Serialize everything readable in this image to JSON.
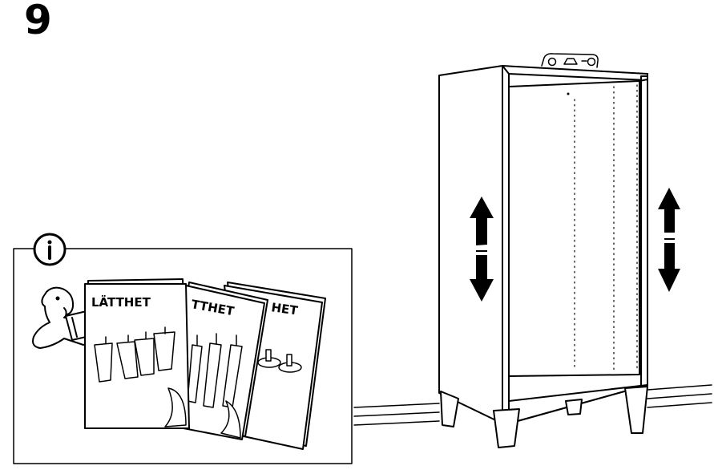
{
  "step": {
    "number": "9"
  },
  "info_panel": {
    "icon_glyph": "i",
    "booklets": [
      {
        "title": "LÄTTHET"
      },
      {
        "title": "TTHET"
      },
      {
        "title": "HET"
      }
    ]
  },
  "icons": [
    "info-icon",
    "reading-person-icon",
    "adjust-height-arrow-icon"
  ],
  "colors": {
    "ink": "#000000",
    "paper": "#ffffff"
  }
}
